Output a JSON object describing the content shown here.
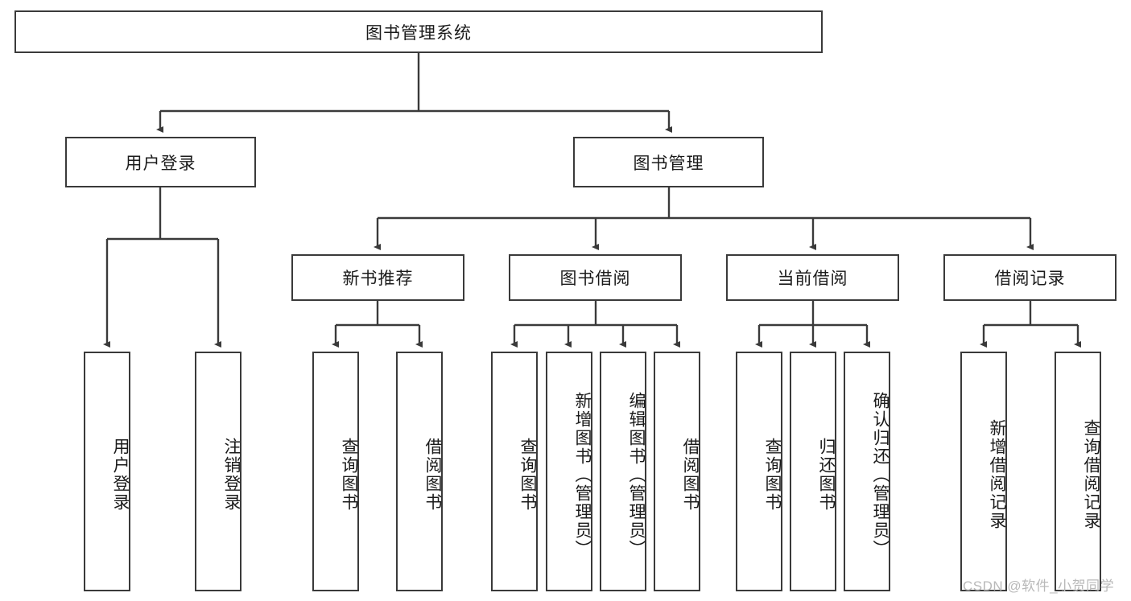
{
  "diagram": {
    "title": "图书管理系统",
    "type": "tree-hierarchy-diagram",
    "colors": {
      "stroke": "#3a3a3a",
      "fill": "#ffffff",
      "text": "#1b1b1b",
      "watermark": "#b9b9b9"
    },
    "root": {
      "label": "图书管理系统",
      "orientation": "horizontal"
    },
    "level2": [
      {
        "label": "用户登录",
        "orientation": "horizontal"
      },
      {
        "label": "图书管理",
        "orientation": "horizontal"
      }
    ],
    "level3": [
      {
        "label": "新书推荐",
        "orientation": "horizontal"
      },
      {
        "label": "图书借阅",
        "orientation": "horizontal"
      },
      {
        "label": "当前借阅",
        "orientation": "horizontal"
      },
      {
        "label": "借阅记录",
        "orientation": "horizontal"
      }
    ],
    "leaves": {
      "user_login": [
        {
          "label": "用户登录",
          "orientation": "vertical"
        },
        {
          "label": "注销登录",
          "orientation": "vertical"
        }
      ],
      "new_book_recommend": [
        {
          "label": "查询图书",
          "orientation": "vertical"
        },
        {
          "label": "借阅图书",
          "orientation": "vertical"
        }
      ],
      "book_borrow": [
        {
          "label": "查询图书",
          "orientation": "vertical"
        },
        {
          "label": "新增图书（管理员）",
          "orientation": "vertical"
        },
        {
          "label": "编辑图书（管理员）",
          "orientation": "vertical"
        },
        {
          "label": "借阅图书",
          "orientation": "vertical"
        }
      ],
      "current_borrow": [
        {
          "label": "查询图书",
          "orientation": "vertical"
        },
        {
          "label": "归还图书",
          "orientation": "vertical"
        },
        {
          "label": "确认归还（管理员）",
          "orientation": "vertical"
        }
      ],
      "borrow_record": [
        {
          "label": "新增借阅记录",
          "orientation": "vertical"
        },
        {
          "label": "查询借阅记录",
          "orientation": "vertical"
        }
      ]
    },
    "watermark": "CSDN @软件_小贺同学"
  }
}
